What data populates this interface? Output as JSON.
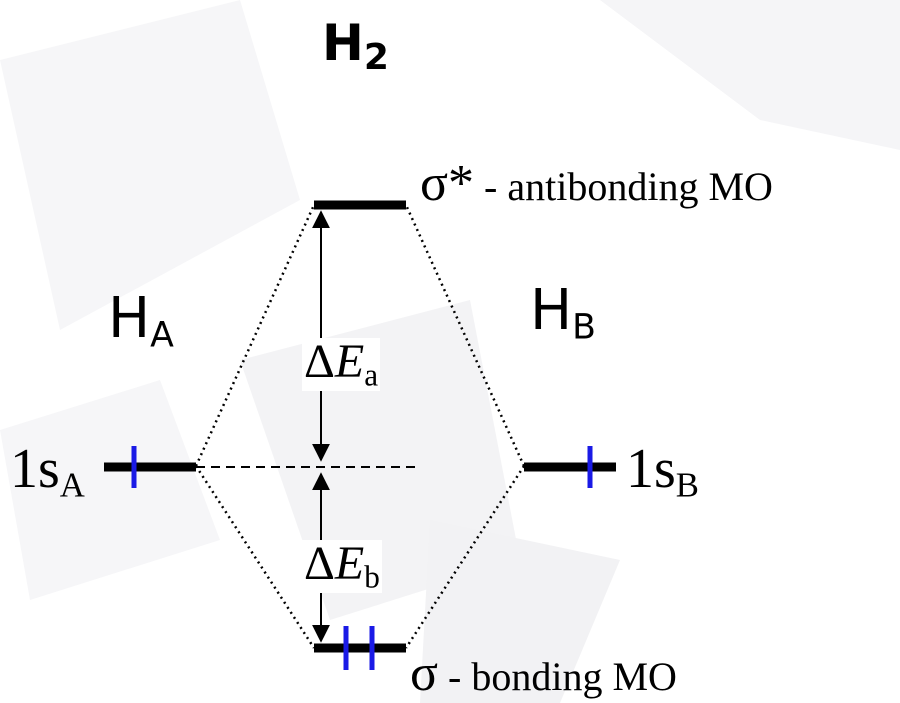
{
  "title": {
    "main": "H",
    "sub": "2"
  },
  "atoms": {
    "left": {
      "main": "H",
      "sub": "A"
    },
    "right": {
      "main": "H",
      "sub": "B"
    }
  },
  "orbitals": {
    "antibonding": {
      "symbol": "σ*",
      "text": " - antibonding MO"
    },
    "bonding": {
      "symbol": "σ",
      "text": " - bonding MO"
    },
    "left_ao": {
      "main": "1s",
      "sub": "A"
    },
    "right_ao": {
      "main": "1s",
      "sub": "B"
    }
  },
  "energies": {
    "antibonding_gap": {
      "delta": "Δ",
      "var": "E",
      "sub": "a"
    },
    "bonding_gap": {
      "delta": "Δ",
      "var": "E",
      "sub": "b"
    }
  },
  "colors": {
    "level": "#000000",
    "electron": "#1a1ae6",
    "background_shape": "#f4f4f6"
  }
}
